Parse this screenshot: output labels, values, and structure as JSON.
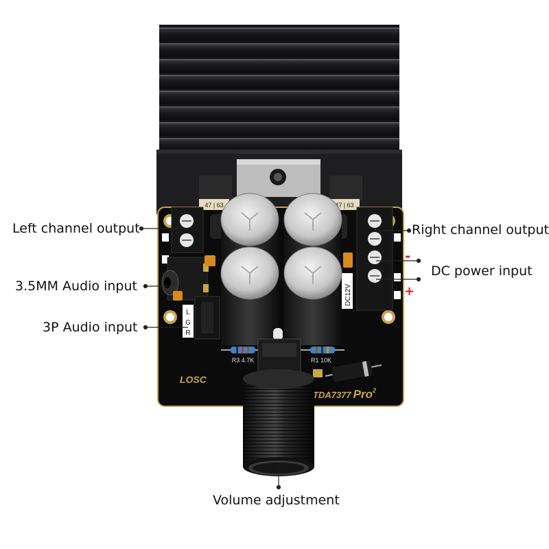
{
  "callouts": {
    "left_channel_output": "Left channel output",
    "right_channel_output": "Right channel output",
    "audio_input_35mm": "3.5MM Audio input",
    "dc_power_input": "DC power input",
    "audio_input_3p": "3P Audio input",
    "volume_adjustment": "Volume adjustment"
  },
  "polarity": {
    "minus": "-",
    "plus": "+"
  },
  "board": {
    "brand": "LOSC",
    "model": "TDA7377",
    "model_suffix": "Pro",
    "model_sup": "2",
    "dc_label": "DC12V",
    "header_pins": [
      "L",
      "G",
      "R"
    ],
    "cap_labels": [
      "47 | 63",
      "47 | 63"
    ],
    "resistor_labels": [
      "R3 4.7K",
      "R1 10K"
    ]
  },
  "colors": {
    "pcb": "#0b0b0b",
    "gold": "#c9a54a",
    "heatsink": "#1c1c1e",
    "polarity_red": "#e01e1e",
    "text": "#111111"
  }
}
